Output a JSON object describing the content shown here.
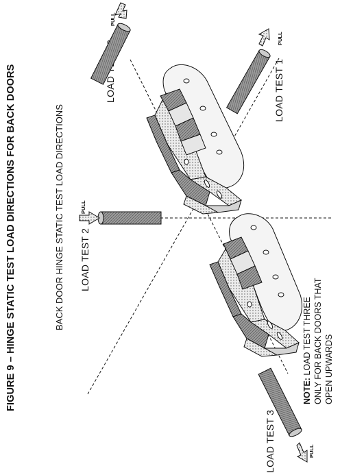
{
  "figure_title": "FIGURE 9 – HINGE STATIC TEST LOAD DIRECTIONS FOR BACK DOORS",
  "subtitle": "BACK DOOR HINGE STATIC TEST LOAD DIRECTIONS",
  "load_tests": {
    "test1": "LOAD TEST 1",
    "test2": "LOAD TEST 2",
    "test3_upper": "LOAD TEST 3",
    "test3_lower": "LOAD TEST 3"
  },
  "pull_label": "PULL",
  "note": {
    "heading": "NOTE:",
    "text": "LOAD TEST THREE",
    "lines": [
      "ONLY FOR BACK DOORS THAT",
      "OPEN UPWARDS"
    ]
  },
  "colors": {
    "line": "#111111",
    "fill_dark": "#8a8a8a",
    "fill_mid": "#bdbdbd",
    "fill_light": "#e6e6e6"
  }
}
